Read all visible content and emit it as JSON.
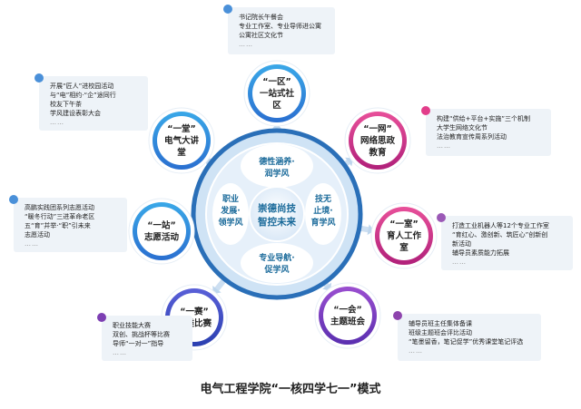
{
  "caption": "电气工程学院“一核四学七一”模式",
  "center": {
    "line1": "崇德尚技",
    "line2": "智控未来"
  },
  "ring_labels": [
    {
      "line1": "德性涵养·",
      "line2": "润学风"
    },
    {
      "line1": "技无",
      "line2": "止境·",
      "line3": "育学风"
    },
    {
      "line1": "专业导航·",
      "line2": "促学风"
    },
    {
      "line1": "职业",
      "line2": "发展·",
      "line3": "领学风"
    }
  ],
  "nodes": [
    {
      "title1": "“一区”",
      "title2": "一站式社",
      "title3": "区",
      "color": "#1e9ad6"
    },
    {
      "title1": "“一网”",
      "title2": "网络思政",
      "title3": "教育",
      "color": "#d63384"
    },
    {
      "title1": "“一室”",
      "title2": "育人工作",
      "title3": "室",
      "color": "#c0237a"
    },
    {
      "title1": "“一会”",
      "title2": "主题班会",
      "title3": "",
      "color": "#7d3fb3"
    },
    {
      "title1": "“一赛”",
      "title2": "各类比赛",
      "title3": "",
      "color": "#3d4fc4"
    },
    {
      "title1": "“一站”",
      "title2": "志愿活动",
      "title3": "",
      "color": "#3a66c9"
    },
    {
      "title1": "“一堂”",
      "title2": "电气大讲",
      "title3": "堂",
      "color": "#2c8fd0"
    }
  ],
  "notes": [
    {
      "color": "#4a90d9",
      "lines": [
        "书记院长午餐会",
        "专业工作室、专业导师进公寓",
        "公寓社区文化节"
      ],
      "more": "……"
    },
    {
      "color": "#4a90d9",
      "lines": [
        "开展“匠人”进校园活动",
        "与“电”相约·“企”途同行",
        "校友下午茶",
        "学风建设表彰大会"
      ],
      "more": "……"
    },
    {
      "color": "#e23d8a",
      "lines": [
        "构建“供给+平台+实施”三个机制",
        "大学生网络文化节",
        "法治教育宣传周系列活动"
      ],
      "more": "……"
    },
    {
      "color": "#4a90d9",
      "lines": [
        "高鹏实践团系列志愿活动",
        "“暖冬行动”三进革命老区",
        "五“育”并举·“职”引未来",
        "志愿活动"
      ],
      "more": "……"
    },
    {
      "color": "#9b59b6",
      "lines": [
        "打造工业机器人等12个专业工作室",
        "“育红心、激创新、筑匠心”创新创",
        "新活动",
        "辅导员素质能力拓展"
      ],
      "more": "……"
    },
    {
      "color": "#7d3fb3",
      "lines": [
        "职业技能大赛",
        "双创、挑战杯等比赛",
        "导师“一对一”指导"
      ],
      "more": "……"
    },
    {
      "color": "#8e44ad",
      "lines": [
        "辅导员班主任集体备课",
        "班级主题班会评比活动",
        "“笔墨留香，笔记促学”优秀课堂笔记评选"
      ],
      "more": "……"
    }
  ]
}
